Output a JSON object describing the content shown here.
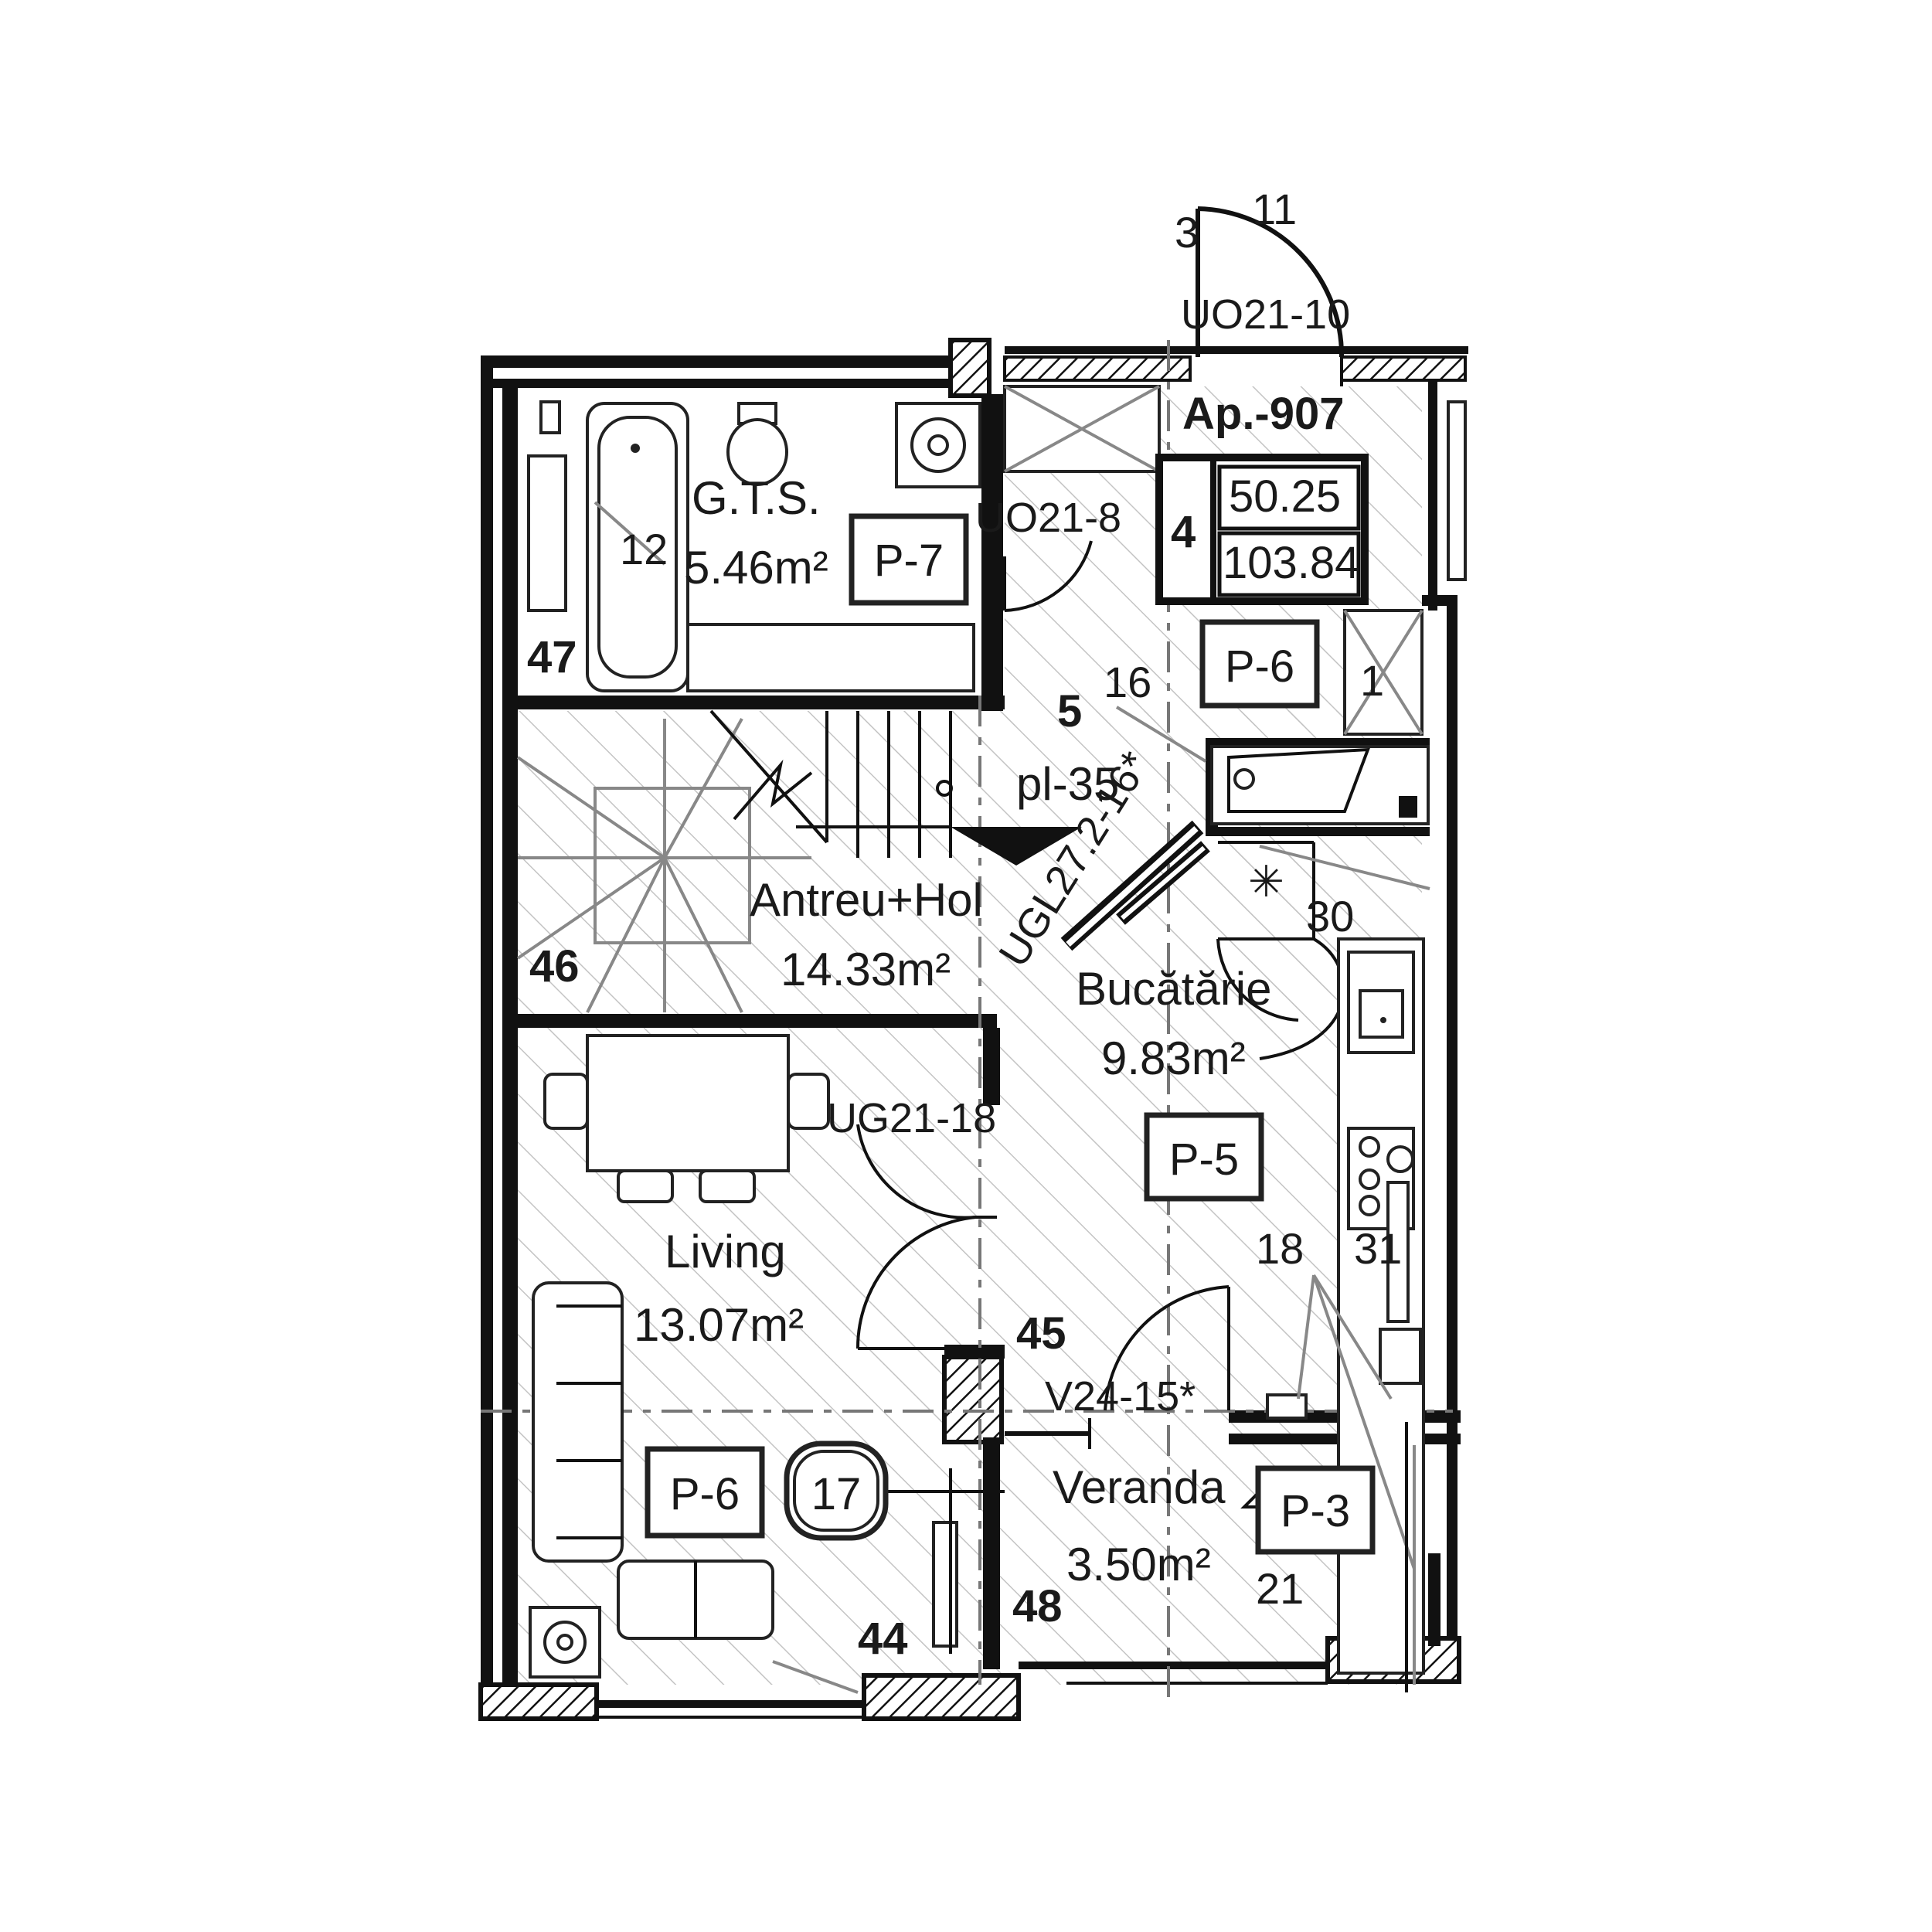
{
  "apartment": {
    "label": "Ap.-907",
    "room_count": "4",
    "usable_area": "50.25",
    "built_area": "103.84"
  },
  "rooms": {
    "gts": {
      "name": "G.T.S.",
      "area": "5.46m²",
      "tag": "P-7"
    },
    "antreu": {
      "name": "Antreu+Hol",
      "area": "14.33m²",
      "tag": "P-6",
      "floor_code": "pl-35"
    },
    "bucatarie": {
      "name": "Bucătărie",
      "area": "9.83m²",
      "tag": "P-5"
    },
    "living": {
      "name": "Living",
      "area": "13.07m²",
      "tag": "P-6",
      "circle_tag": "17"
    },
    "veranda": {
      "name": "Veranda",
      "area": "3.50m²",
      "tag": "P-3"
    }
  },
  "doors": {
    "entrance": "UO21-10",
    "bathroom": "UO21-8",
    "kitchen": "UGL27.2-16*",
    "living": "UG21-18",
    "veranda": "V24-15*"
  },
  "markers": {
    "wall_47": "47",
    "wall_46": "46",
    "wall_45": "45",
    "wall_44": "44",
    "wall_48": "48",
    "stair_5": "5"
  },
  "fixture_codes": {
    "bath_12": "12",
    "hall_16": "16",
    "kitchen_30": "30",
    "kitchen_31": "31",
    "veranda_18": "18",
    "veranda_21": "21",
    "right_1": "1",
    "top_3": "3",
    "top_11": "11"
  },
  "colors": {
    "wall": "#111111",
    "background": "#ffffff",
    "hatch": "#bdbdbd"
  }
}
